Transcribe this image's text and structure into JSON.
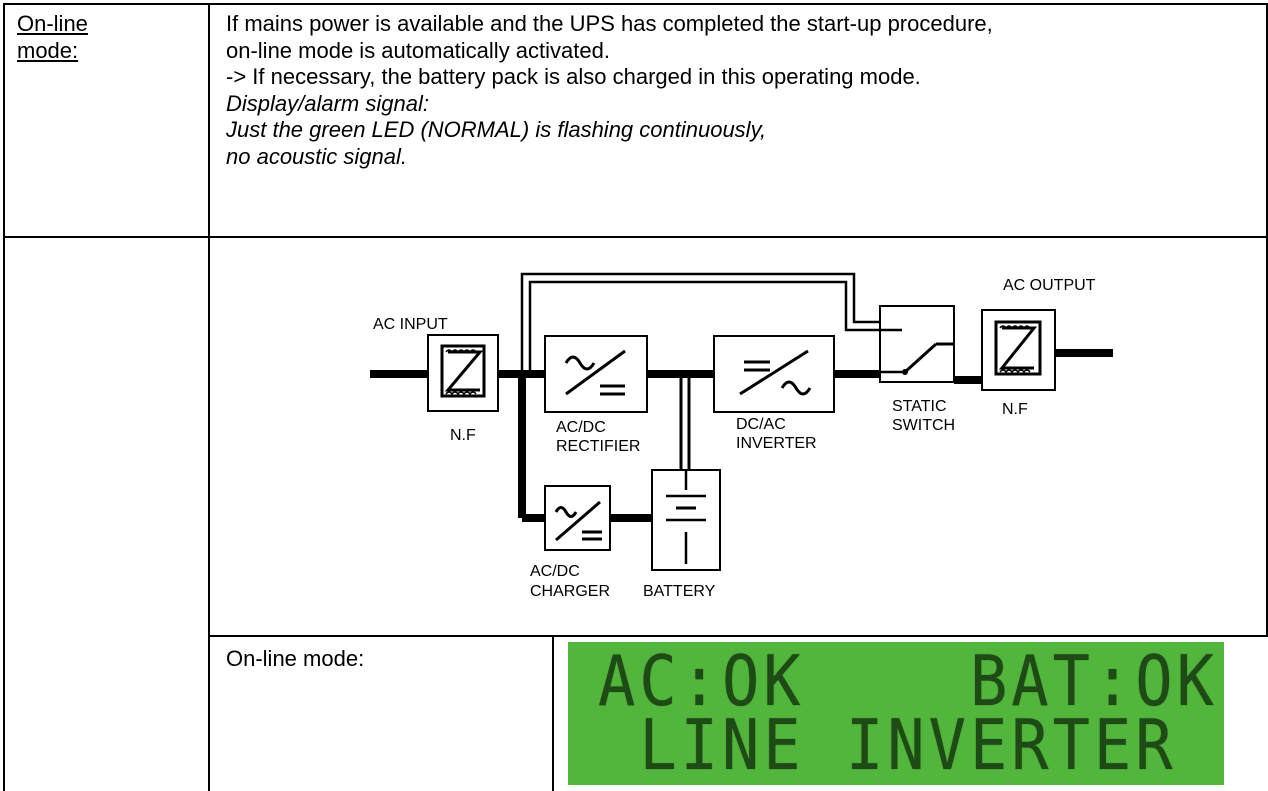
{
  "mode_label": [
    "On-line",
    "mode:"
  ],
  "description": {
    "lines": [
      "If mains power is available and the UPS has completed the start-up procedure,",
      "on-line mode is automatically activated.",
      "-> If necessary, the battery pack is also charged in this operating mode."
    ],
    "italic_lines": [
      "Display/alarm signal:",
      "Just the green LED (NORMAL) is flashing continuously,",
      "no acoustic signal."
    ]
  },
  "diagram": {
    "ac_input": "AC INPUT",
    "nf_in": "N.F",
    "rectifier": [
      "AC/DC",
      "RECTIFIER"
    ],
    "inverter": [
      "DC/AC",
      "INVERTER"
    ],
    "static_switch": [
      "STATIC",
      "SWITCH"
    ],
    "ac_output": "AC OUTPUT",
    "nf_out": "N.F",
    "charger": [
      "AC/DC",
      "CHARGER"
    ],
    "battery": "BATTERY"
  },
  "lcd_caption": "On-line mode:",
  "lcd": {
    "line1": "AC:OK    BAT:OK",
    "line2": " LINE INVERTER",
    "background": "#52b63c",
    "text_color": "#1e4a16"
  }
}
